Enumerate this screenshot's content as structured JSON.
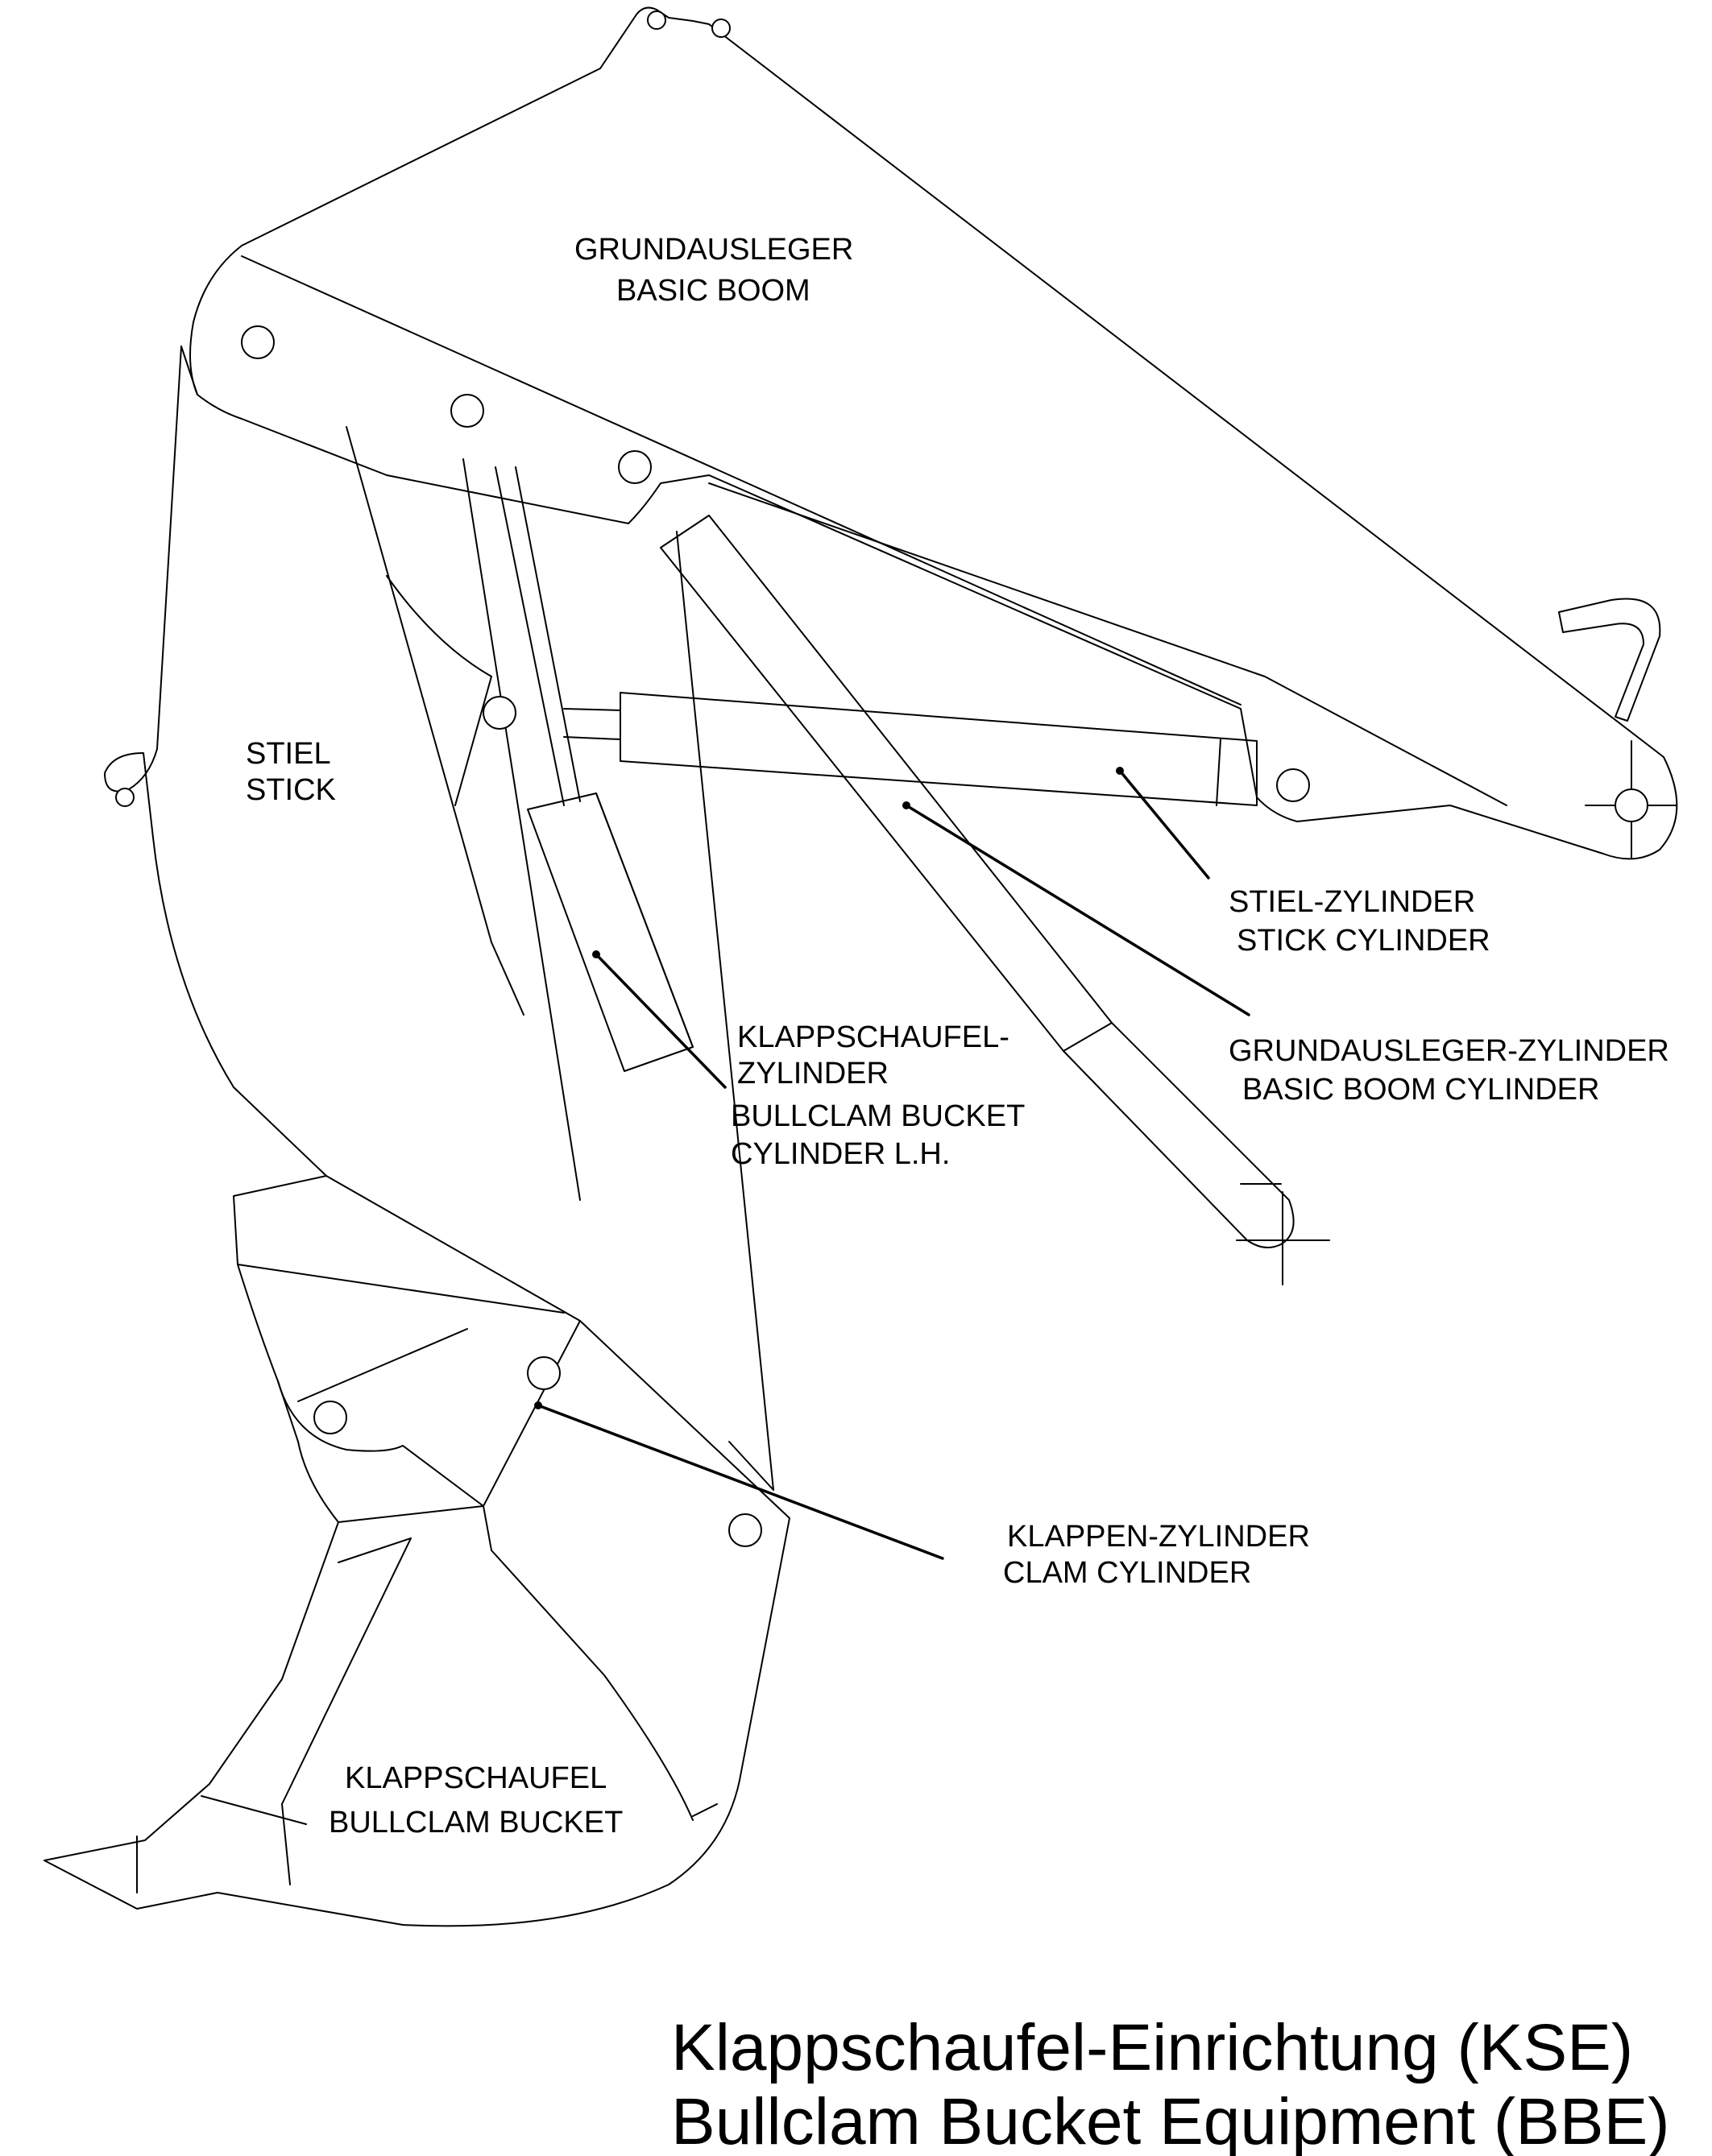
{
  "labels": {
    "basic_boom_de": "GRUNDAUSLEGER",
    "basic_boom_en": "BASIC BOOM",
    "stick_de": "STIEL",
    "stick_en": "STICK",
    "stick_cyl_de": "STIEL-ZYLINDER",
    "stick_cyl_en": "STICK CYLINDER",
    "boom_cyl_de": "GRUNDAUSLEGER-ZYLINDER",
    "boom_cyl_en": "BASIC BOOM CYLINDER",
    "bucket_cyl_de_1": "KLAPPSCHAUFEL-",
    "bucket_cyl_de_2": "ZYLINDER",
    "bucket_cyl_en_1": "BULLCLAM BUCKET",
    "bucket_cyl_en_2": "CYLINDER L.H.",
    "clam_cyl_de": "KLAPPEN-ZYLINDER",
    "clam_cyl_en": "CLAM CYLINDER",
    "bucket_de": "KLAPPSCHAUFEL",
    "bucket_en": "BULLCLAM BUCKET"
  },
  "title": {
    "line1": "Klappschaufel-Einrichtung (KSE)",
    "line2": "Bullclam Bucket Equipment (BBE)"
  }
}
